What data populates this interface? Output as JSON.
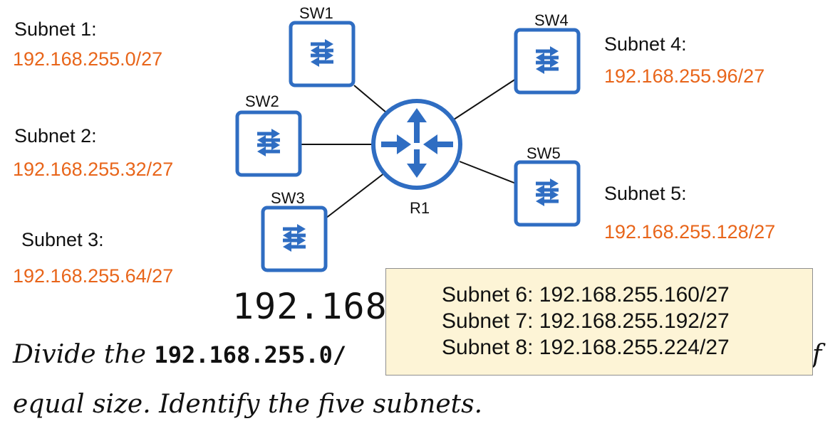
{
  "colors": {
    "accent": "#e8651a",
    "device_blue": "#2f6dc2",
    "answer_box_bg": "#fdf4d6"
  },
  "subnets": [
    {
      "label": "Subnet 1:",
      "address": "192.168.255.0/27"
    },
    {
      "label": "Subnet 2:",
      "address": "192.168.255.32/27"
    },
    {
      "label": "Subnet 3:",
      "address": "192.168.255.64/27"
    },
    {
      "label": "Subnet 4:",
      "address": "192.168.255.96/27"
    },
    {
      "label": "Subnet 5:",
      "address": "192.168.255.128/27"
    }
  ],
  "devices": {
    "router": {
      "label": "R1",
      "icon": "router-icon"
    },
    "switches": [
      {
        "label": "SW1",
        "icon": "switch-icon"
      },
      {
        "label": "SW2",
        "icon": "switch-icon"
      },
      {
        "label": "SW3",
        "icon": "switch-icon"
      },
      {
        "label": "SW4",
        "icon": "switch-icon"
      },
      {
        "label": "SW5",
        "icon": "switch-icon"
      }
    ]
  },
  "big_address": "192.168",
  "task": {
    "line1_prefix": "Divide the ",
    "line1_network": "192.168.255.0/",
    "line1_suffix": "f",
    "line2": "equal size.  Identify the five subnets."
  },
  "answer_box": {
    "lines": [
      "Subnet 6: 192.168.255.160/27",
      "Subnet 7: 192.168.255.192/27",
      "Subnet 8: 192.168.255.224/27"
    ]
  }
}
